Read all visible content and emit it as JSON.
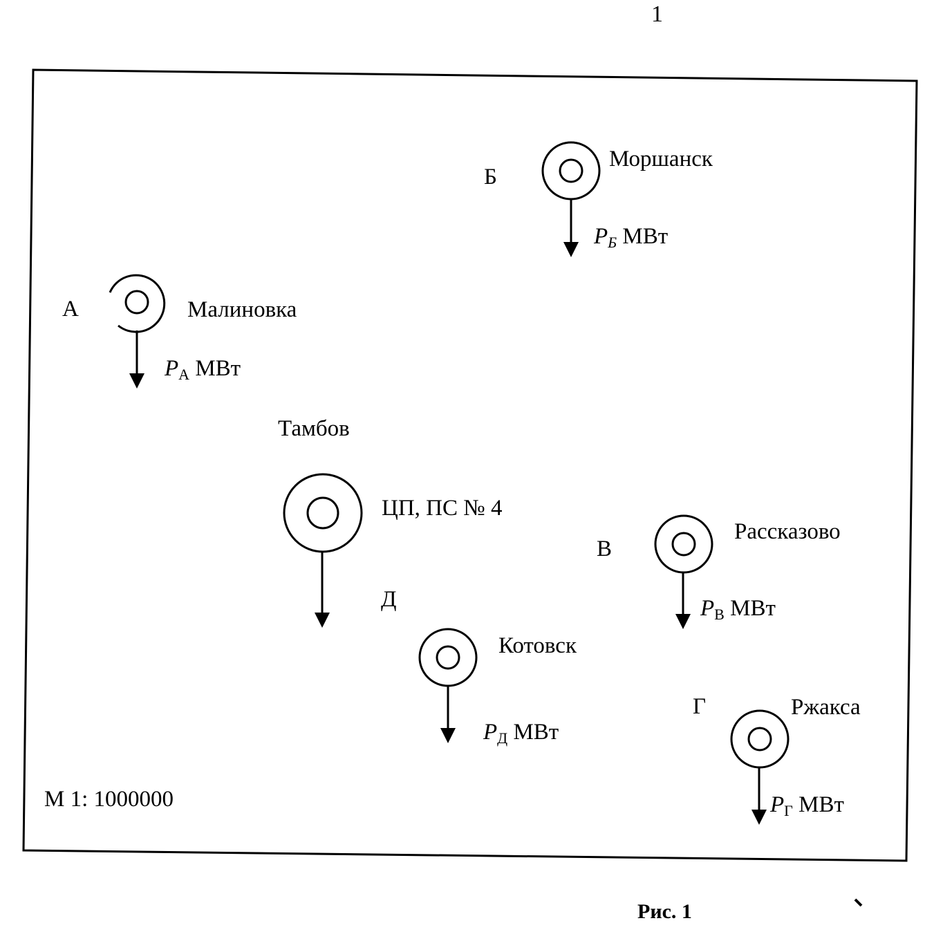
{
  "page_number": "1",
  "figure_caption": "Рис. 1",
  "scale": "М 1: 1000000",
  "center": {
    "city": "Тамбов",
    "label": "ЦП, ПС № 4"
  },
  "nodes": {
    "A": {
      "letter": "А",
      "city": "Малиновка",
      "power_symbol": "P",
      "power_sub": "А",
      "power_unit": "МВт"
    },
    "B": {
      "letter": "Б",
      "city": "Моршанск",
      "power_symbol": "P",
      "power_sub": "Б",
      "power_unit": "МВт"
    },
    "V": {
      "letter": "В",
      "city": "Рассказово",
      "power_symbol": "P",
      "power_sub": "В",
      "power_unit": "МВт"
    },
    "G": {
      "letter": "Г",
      "city": "Ржакса",
      "power_symbol": "P",
      "power_sub": "Г",
      "power_unit": "МВт"
    },
    "D": {
      "letter": "Д",
      "city": "Котовск",
      "power_symbol": "P",
      "power_sub": "Д",
      "power_unit": "МВт"
    }
  }
}
